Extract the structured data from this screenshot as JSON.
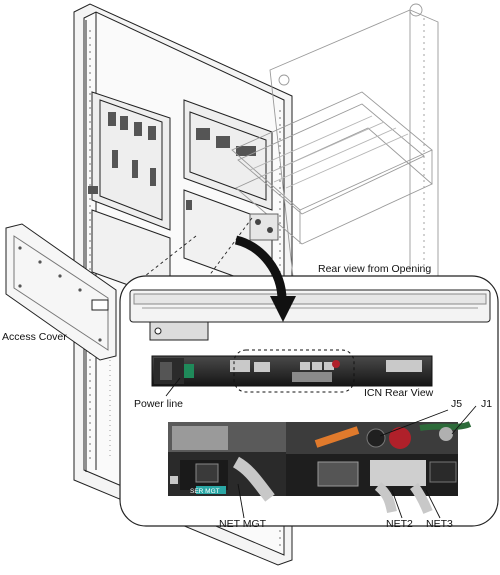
{
  "labels": {
    "access_cover": "Access Cover",
    "rear_view_from_opening": "Rear view from Opening",
    "power_line": "Power line",
    "icn_rear_view": "ICN Rear View",
    "j5": "J5",
    "j1": "J1",
    "net_mgt": "NET MGT",
    "net2": "NET2",
    "net3": "NET3",
    "ser_mgt_port": "SER MGT"
  },
  "colors": {
    "line": "#222222",
    "photo_dark": "#1a1a1a",
    "photo_mid": "#6b6b6b",
    "cable_gray": "#b8b8b8",
    "accent_teal": "#2aa7a5",
    "accent_red": "#b0202a",
    "accent_orange": "#e07a2c",
    "accent_blue": "#3a6fb0"
  }
}
